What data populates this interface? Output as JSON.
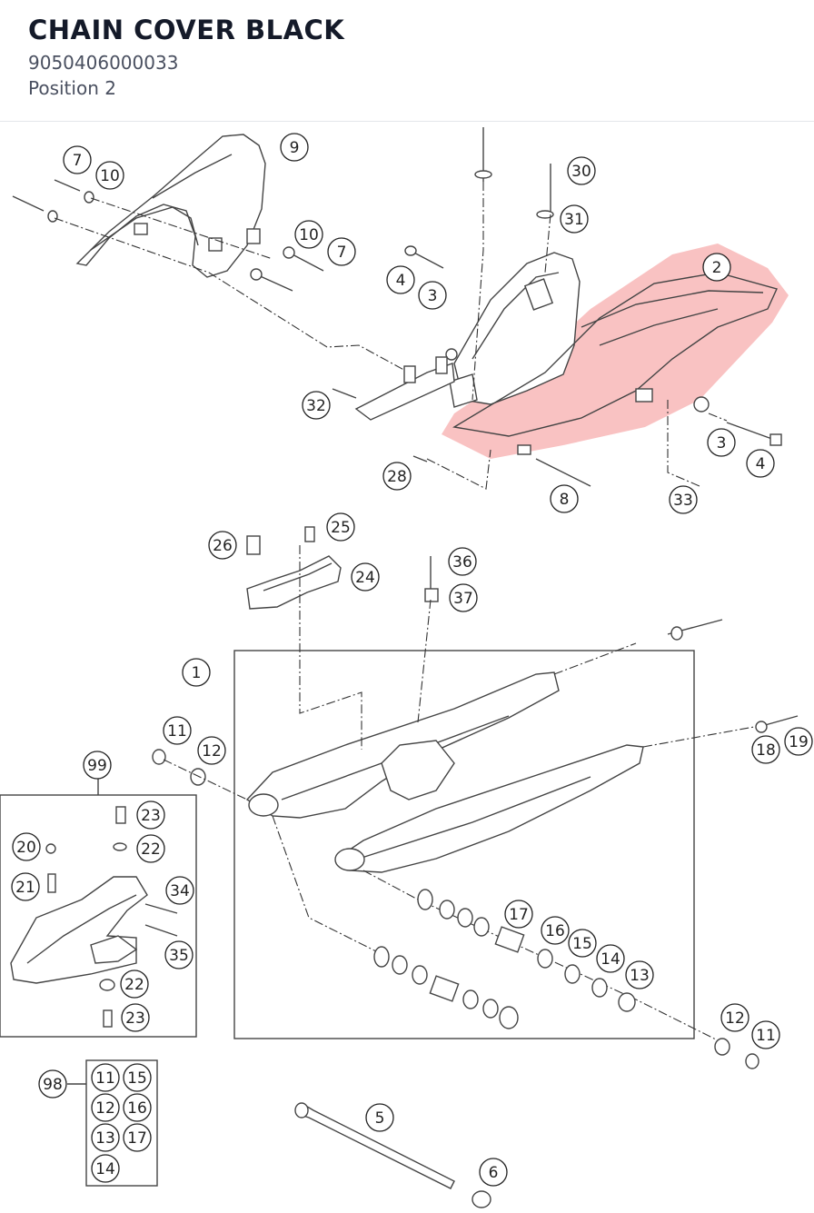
{
  "header": {
    "title": "CHAIN COVER BLACK",
    "part_number": "9050406000033",
    "position": "Position 2"
  },
  "highlight_color": "#f59a9a",
  "callouts": [
    {
      "id": "c7a",
      "label": "7"
    },
    {
      "id": "c10a",
      "label": "10"
    },
    {
      "id": "c9",
      "label": "9"
    },
    {
      "id": "c10b",
      "label": "10"
    },
    {
      "id": "c7b",
      "label": "7"
    },
    {
      "id": "c30",
      "label": "30"
    },
    {
      "id": "c31",
      "label": "31"
    },
    {
      "id": "c2",
      "label": "2"
    },
    {
      "id": "c4a",
      "label": "4"
    },
    {
      "id": "c3a",
      "label": "3"
    },
    {
      "id": "c32",
      "label": "32"
    },
    {
      "id": "c3b",
      "label": "3"
    },
    {
      "id": "c4b",
      "label": "4"
    },
    {
      "id": "c28",
      "label": "28"
    },
    {
      "id": "c8",
      "label": "8"
    },
    {
      "id": "c33",
      "label": "33"
    },
    {
      "id": "c26",
      "label": "26"
    },
    {
      "id": "c25",
      "label": "25"
    },
    {
      "id": "c24",
      "label": "24"
    },
    {
      "id": "c36",
      "label": "36"
    },
    {
      "id": "c37",
      "label": "37"
    },
    {
      "id": "c1",
      "label": "1"
    },
    {
      "id": "c11a",
      "label": "11"
    },
    {
      "id": "c12a",
      "label": "12"
    },
    {
      "id": "c18",
      "label": "18"
    },
    {
      "id": "c19",
      "label": "19"
    },
    {
      "id": "c99",
      "label": "99"
    },
    {
      "id": "c23a",
      "label": "23"
    },
    {
      "id": "c20",
      "label": "20"
    },
    {
      "id": "c22a",
      "label": "22"
    },
    {
      "id": "c21",
      "label": "21"
    },
    {
      "id": "c34",
      "label": "34"
    },
    {
      "id": "c35",
      "label": "35"
    },
    {
      "id": "c22b",
      "label": "22"
    },
    {
      "id": "c23b",
      "label": "23"
    },
    {
      "id": "c17",
      "label": "17"
    },
    {
      "id": "c16",
      "label": "16"
    },
    {
      "id": "c15",
      "label": "15"
    },
    {
      "id": "c14",
      "label": "14"
    },
    {
      "id": "c13",
      "label": "13"
    },
    {
      "id": "c12b",
      "label": "12"
    },
    {
      "id": "c11b",
      "label": "11"
    },
    {
      "id": "c98",
      "label": "98"
    },
    {
      "id": "k11",
      "label": "11"
    },
    {
      "id": "k15",
      "label": "15"
    },
    {
      "id": "k12",
      "label": "12"
    },
    {
      "id": "k16",
      "label": "16"
    },
    {
      "id": "k13",
      "label": "13"
    },
    {
      "id": "k17",
      "label": "17"
    },
    {
      "id": "k14",
      "label": "14"
    },
    {
      "id": "c5",
      "label": "5"
    },
    {
      "id": "c6",
      "label": "6"
    }
  ]
}
